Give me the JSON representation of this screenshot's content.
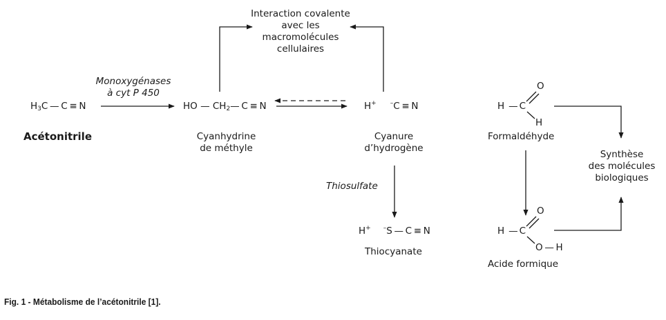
{
  "interaction": {
    "line1": "Interaction covalente",
    "line2": "avec les",
    "line3": "macromolécules",
    "line4": "cellulaires"
  },
  "enzyme": {
    "line1": "Monoxygénases",
    "line2": "à cyt P 450"
  },
  "acetonitrile": {
    "formula_pre": "H",
    "formula_sub": "3",
    "formula_post": "C — C ≡ N",
    "name": "Acétonitrile"
  },
  "cyanhydrin": {
    "formula_pre": "HO — CH",
    "formula_sub": "2",
    "formula_post": "— C ≡ N",
    "name_line1": "Cyanhydrine",
    "name_line2": "de méthyle"
  },
  "hcn": {
    "h": "H",
    "h_charge": "+",
    "c_charge": "–",
    "formula": "C ≡ N",
    "name_line1": "Cyanure",
    "name_line2": "d’hydrogène"
  },
  "thiosulfate": {
    "label": "Thiosulfate"
  },
  "thiocyanate": {
    "h": "H",
    "h_charge": "+",
    "s_charge": "–",
    "formula": "S — C ≡ N",
    "name": "Thiocyanate"
  },
  "formaldehyde": {
    "h": "H",
    "c": "C",
    "o": "O",
    "h2": "H",
    "name": "Formaldéhyde"
  },
  "formic_acid": {
    "h": "H",
    "c": "C",
    "o": "O",
    "oh": "O — H",
    "name": "Acide formique"
  },
  "synthesis": {
    "line1": "Synthèse",
    "line2": "des molécules",
    "line3": "biologiques"
  },
  "caption": "Fig. 1 - Métabolisme de l’acétonitrile [1]."
}
